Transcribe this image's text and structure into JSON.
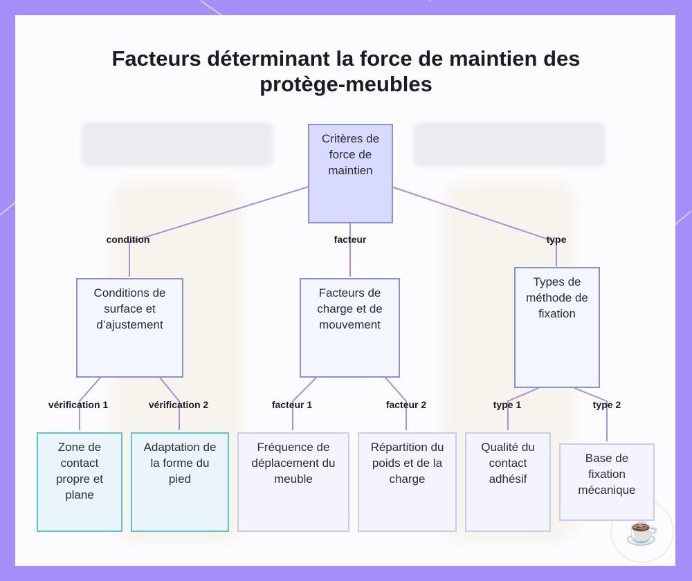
{
  "title": "Facteurs déterminant la force de maintien des protège-meubles",
  "nodes": {
    "root": "Critères de force de maintien",
    "surface": "Conditions de surface et d’ajustement",
    "charge": "Facteurs de charge et de mouvement",
    "fixation": "Types de méthode de fixation",
    "zone": "Zone de contact propre et plane",
    "adaptation": "Adaptation de la forme du pied",
    "frequence": "Fréquence de déplacement du meuble",
    "repartition": "Répartition du poids et de la charge",
    "qualite": "Qualité du contact adhésif",
    "base": "Base de fixation mécanique"
  },
  "edge_labels": {
    "condition": "condition",
    "facteur": "facteur",
    "type": "type",
    "verification1": "vérification 1",
    "verification2": "vérification 2",
    "facteur1": "facteur 1",
    "facteur2": "facteur 2",
    "type1": "type 1",
    "type2": "type 2"
  },
  "colors": {
    "frame": "#a58ef7",
    "root_fill": "#d9daff",
    "node_border": "#8a8fd6",
    "leaf_cyan_border": "#57c6cf",
    "edge": "#a98fd8"
  }
}
